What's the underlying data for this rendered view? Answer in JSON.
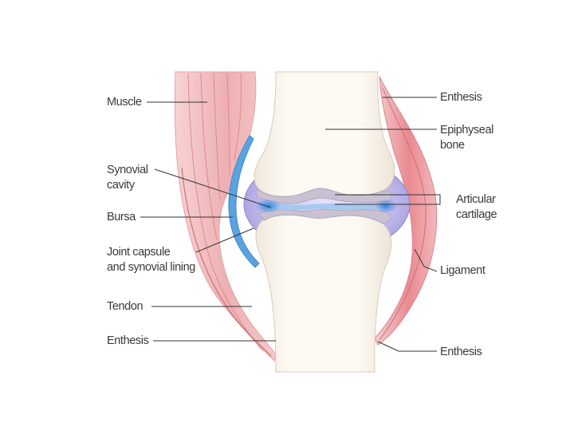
{
  "diagram": {
    "labels": {
      "muscle": "Muscle",
      "synovial_cavity": [
        "Synovial",
        "cavity"
      ],
      "bursa": "Bursa",
      "joint_capsule": [
        "Joint capsule",
        "and synovial lining"
      ],
      "tendon": "Tendon",
      "enthesis_left": "Enthesis",
      "enthesis_top_right": "Enthesis",
      "epiphyseal_bone": [
        "Epiphyseal",
        "bone"
      ],
      "articular_cartilage": [
        "Articular",
        "cartilage"
      ],
      "ligament": "Ligament",
      "enthesis_bottom_right": "Enthesis"
    },
    "colors": {
      "bone": "#fbf6ee",
      "bone_edge": "#d9cbbd",
      "muscle": "#ecaaae",
      "muscle_line": "#c96b73",
      "capsule": "#b9b2e6",
      "synovial_fluid": "#4f9fe6",
      "bursa": "#5aa3e2",
      "cartilage": "#c3bccd",
      "leader_line": "#333333"
    }
  }
}
